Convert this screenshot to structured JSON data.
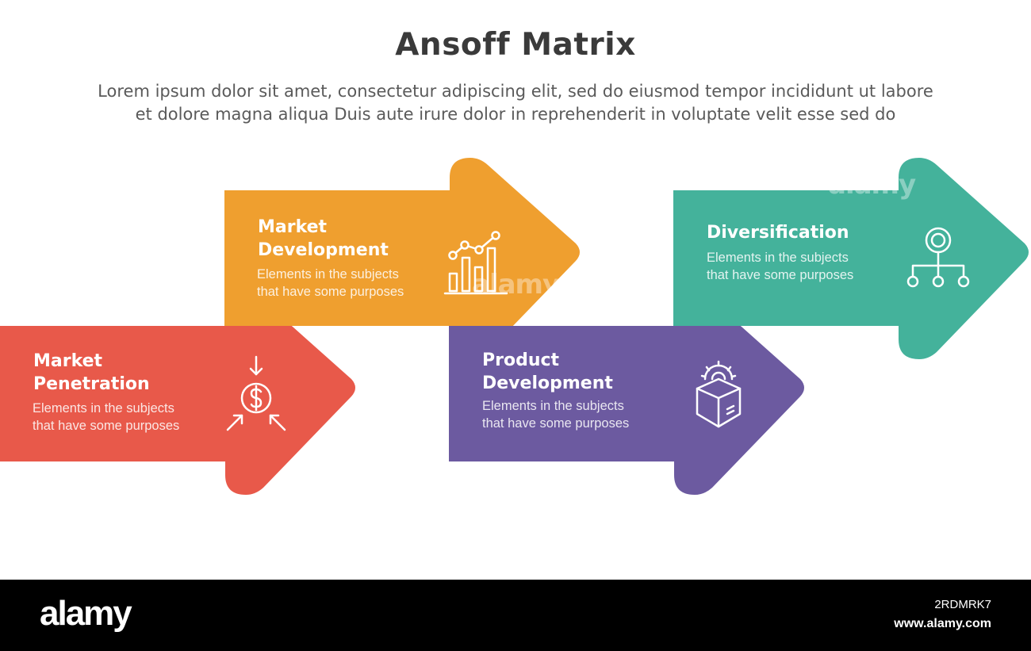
{
  "header": {
    "title": "Ansoff Matrix",
    "subtitle": "Lorem ipsum dolor sit amet, consectetur adipiscing elit, sed do eiusmod tempor incididunt ut labore\net dolore magna aliqua Duis aute irure dolor in reprehenderit in voluptate velit esse sed do"
  },
  "colors": {
    "market_penetration": "#e8594a",
    "market_development": "#ef9f2f",
    "product_development": "#6c5aa0",
    "diversification": "#44b29b"
  },
  "steps": [
    {
      "title": "Market\nPenetration",
      "description": "Elements in the subjects\nthat have some purposes",
      "icon": "dollar-inflow-icon"
    },
    {
      "title": "Market\nDevelopment",
      "description": "Elements in the subjects\nthat have some purposes",
      "icon": "growth-chart-icon"
    },
    {
      "title": "Product\nDevelopment",
      "description": "Elements in the subjects\nthat have some purposes",
      "icon": "box-gear-icon"
    },
    {
      "title": "Diversification",
      "description": "Elements in the subjects\nthat have some purposes",
      "icon": "hierarchy-icon"
    }
  ],
  "watermark": {
    "logo": "alamy",
    "image_id": "2RDMRK7",
    "url": "www.alamy.com"
  }
}
